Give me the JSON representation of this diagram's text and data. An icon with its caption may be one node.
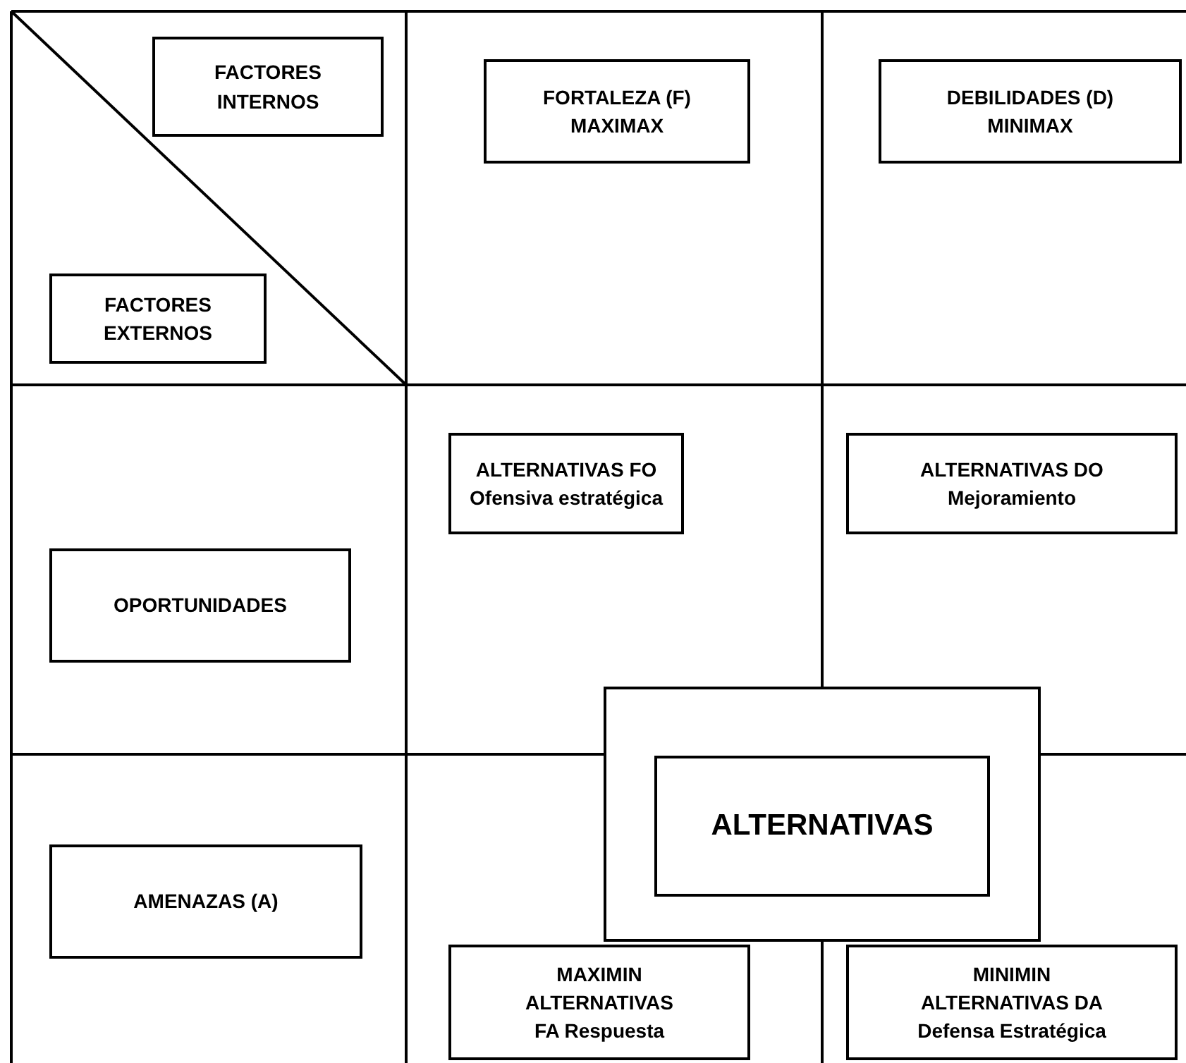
{
  "diagram": {
    "nodes": [
      {
        "text": [
          "FACTORES INTERNOS"
        ]
      },
      {
        "text": [
          "FORTALEZA (F) MAXIMAX"
        ]
      },
      {
        "text": [
          "DEBILIDADES (D) MINIMAX"
        ]
      },
      {
        "text": [
          "FACTORES EXTERNOS"
        ]
      },
      {
        "text": [
          "ALTERNATIVAS FO Ofensiva estratégica"
        ]
      },
      {
        "text": [
          "ALTERNATIVAS DO Mejoramiento"
        ]
      },
      {
        "text": [
          "OPORTUNIDADES"
        ]
      },
      {
        "text": [],
        "shape": "box"
      },
      {
        "text": [
          "ALTERNATIVAS"
        ],
        "in": 7
      },
      {
        "text": [
          "AMENAZAS (A)"
        ]
      },
      {
        "text": [
          "MAXIMIN ALTERNATIVAS FA Respuesta"
        ]
      },
      {
        "text": [
          "MINIMIN ALTERNATIVAS DA Defensa Estratégica"
        ]
      }
    ],
    "edges": []
  }
}
